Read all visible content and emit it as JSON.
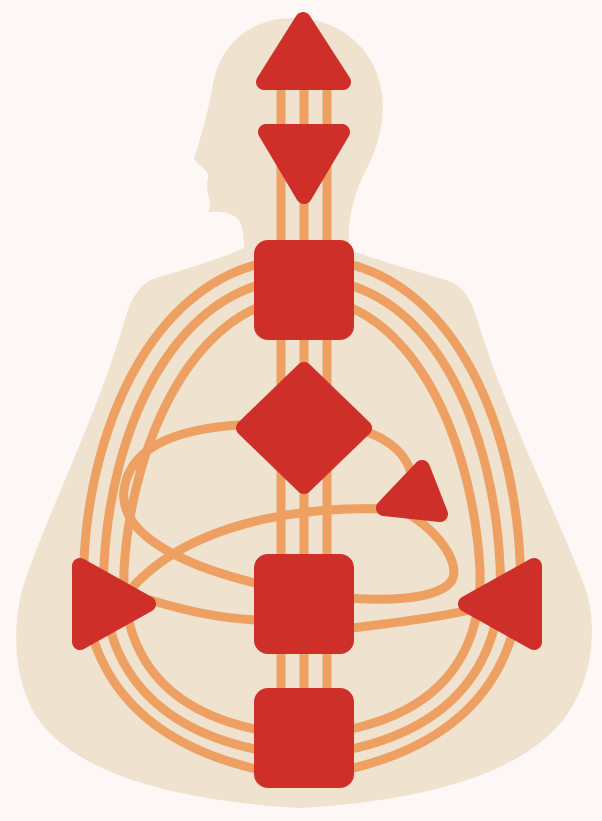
{
  "colors": {
    "background": "#fdf7f6",
    "silhouette": "#efe2cf",
    "channel": "#eda061",
    "center": "#cf2f29"
  },
  "diagram": {
    "kind": "bodygraph",
    "centers": [
      {
        "id": "head",
        "shape": "triangle-up",
        "defined": true
      },
      {
        "id": "ajna",
        "shape": "triangle-down",
        "defined": true
      },
      {
        "id": "throat",
        "shape": "square",
        "defined": true
      },
      {
        "id": "g",
        "shape": "diamond",
        "defined": true
      },
      {
        "id": "heart",
        "shape": "triangle-small",
        "defined": true
      },
      {
        "id": "spleen",
        "shape": "triangle-right",
        "defined": true
      },
      {
        "id": "sacral",
        "shape": "square",
        "defined": true
      },
      {
        "id": "solar-plexus",
        "shape": "triangle-left",
        "defined": true
      },
      {
        "id": "root",
        "shape": "square",
        "defined": true
      }
    ]
  }
}
